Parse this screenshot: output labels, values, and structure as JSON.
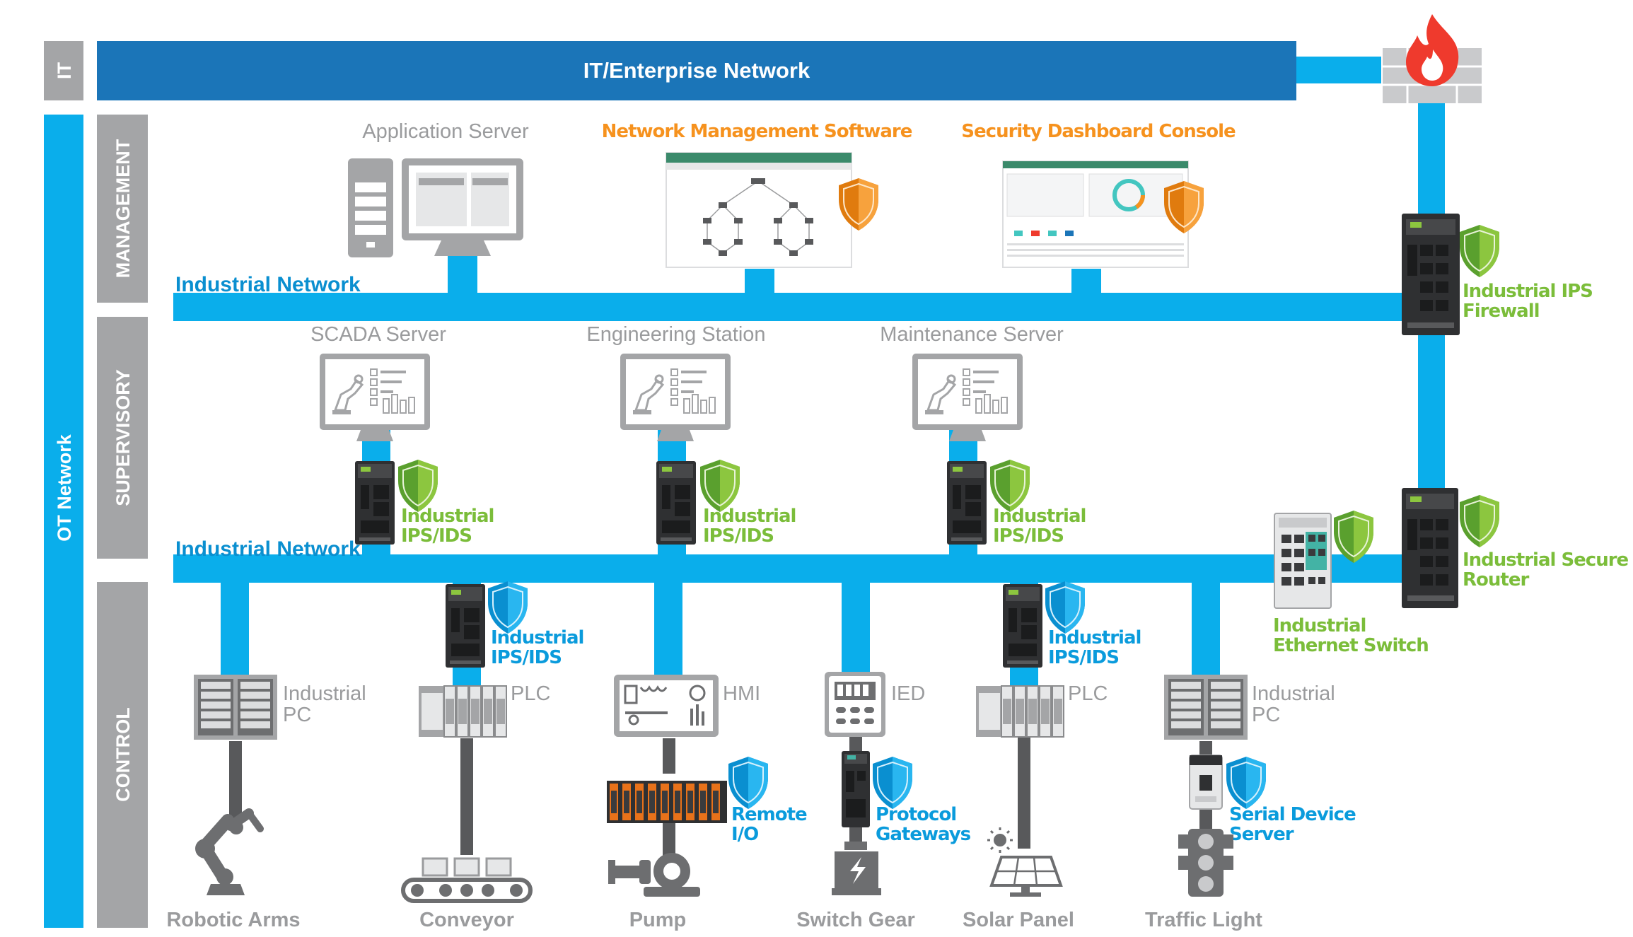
{
  "zones": {
    "it": "IT",
    "ot": "OT Network",
    "management": "MANAGEMENT",
    "supervisory": "SUPERVISORY",
    "control": "CONTROL"
  },
  "networks": {
    "enterprise": "IT/Enterprise Network",
    "industrial_top": "Industrial Network",
    "industrial_bottom": "Industrial Network"
  },
  "management": {
    "app_server": "Application Server",
    "nms": "Network Management Software",
    "security_dashboard": "Security Dashboard Console"
  },
  "supervisory": {
    "scada": "SCADA Server",
    "engineering": "Engineering Station",
    "maintenance": "Maintenance Server"
  },
  "security_devices": {
    "ips_firewall": [
      "Industrial IPS",
      "Firewall"
    ],
    "secure_router": [
      "Industrial Secure",
      "Router"
    ],
    "ethernet_switch": [
      "Industrial",
      "Ethernet Switch"
    ],
    "ips_ids": [
      "Industrial",
      "IPS/IDS"
    ]
  },
  "control": {
    "industrial_pc": [
      "Industrial",
      "PC"
    ],
    "plc": "PLC",
    "hmi": "HMI",
    "ied": "IED",
    "remote_io": [
      "Remote",
      "I/O"
    ],
    "protocol_gateways": [
      "Protocol",
      "Gateways"
    ],
    "serial_device_server": [
      "Serial Device",
      "Server"
    ]
  },
  "field": {
    "robotic_arms": "Robotic Arms",
    "conveyor": "Conveyor",
    "pump": "Pump",
    "switch_gear": "Switch Gear",
    "solar_panel": "Solar Panel",
    "traffic_light": "Traffic Light"
  },
  "colors": {
    "network_blue": "#0aaeeb",
    "enterprise_blue": "#1b75b8",
    "zone_gray": "#a4a5a7",
    "label_gray": "#9a9b9d",
    "green": "#7bbd3a",
    "orange": "#f6921e",
    "device_dark": "#3a3b3d"
  },
  "icons": {
    "firewall": "firewall-brick-icon",
    "shield": "shield-icon",
    "server": "server-tower-icon",
    "monitor": "monitor-icon"
  }
}
